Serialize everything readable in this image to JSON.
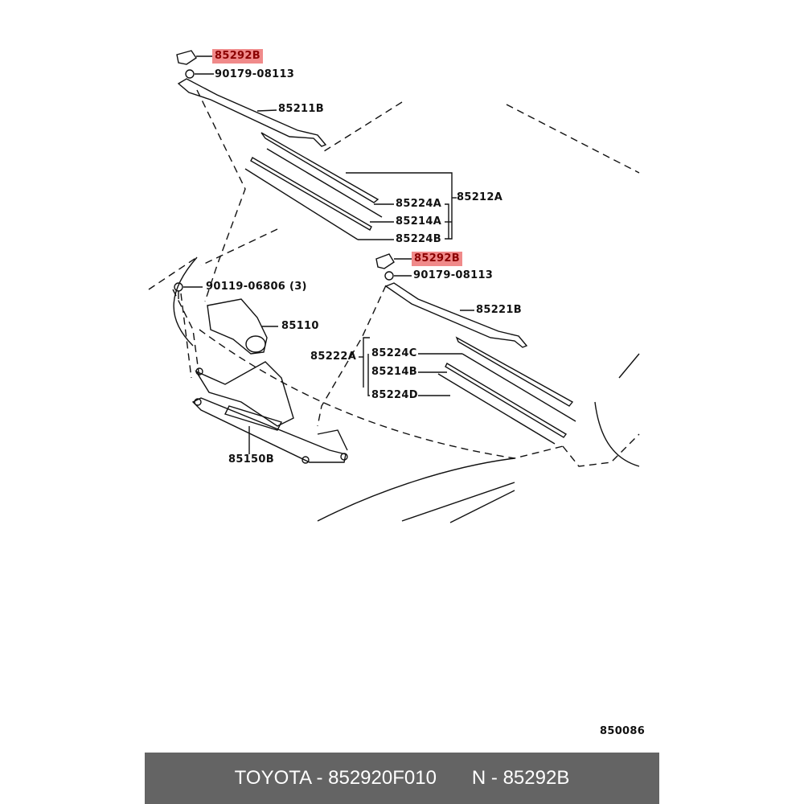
{
  "diagram": {
    "labels": {
      "cap_top": "85292B",
      "nut_top": "90179-08113",
      "arm_left": "85211B",
      "insert_a": "85224A",
      "rubber_a": "85214A",
      "insert_b": "85224B",
      "blade_left": "85212A",
      "cap_right": "85292B",
      "nut_right": "90179-08113",
      "bolt": "90119-06806 (3)",
      "motor": "85110",
      "arm_right": "85221B",
      "blade_right": "85222A",
      "insert_c": "85224C",
      "rubber_b": "85214B",
      "insert_d": "85224D",
      "link": "85150B",
      "diagram_code": "850086"
    },
    "highlight_color": "#f08a8a"
  },
  "footer": {
    "brand_part": "TOYOTA - 852920F010",
    "ref": "N - 85292B"
  }
}
